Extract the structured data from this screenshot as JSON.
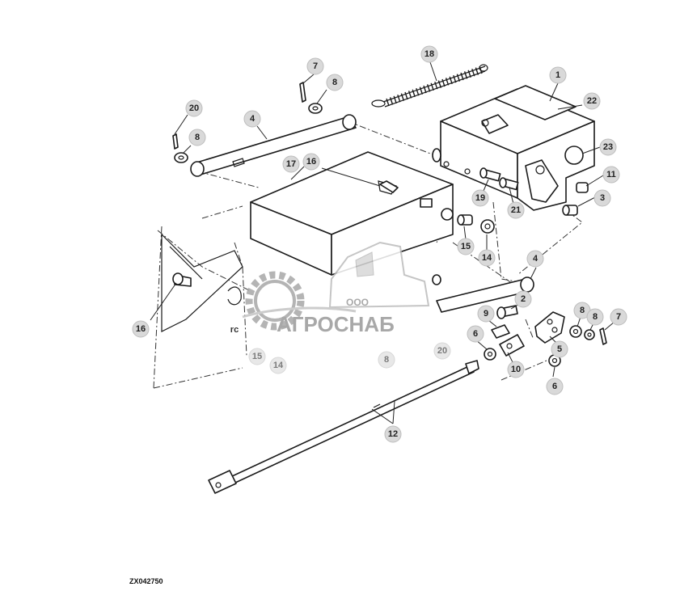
{
  "diagram": {
    "figure_code": "ZX042750",
    "callouts": [
      {
        "id": "c1",
        "label": "1"
      },
      {
        "id": "c2",
        "label": "2"
      },
      {
        "id": "c3",
        "label": "3"
      },
      {
        "id": "c4a",
        "label": "4"
      },
      {
        "id": "c4b",
        "label": "4"
      },
      {
        "id": "c5",
        "label": "5"
      },
      {
        "id": "c6a",
        "label": "6"
      },
      {
        "id": "c6b",
        "label": "6"
      },
      {
        "id": "c7a",
        "label": "7"
      },
      {
        "id": "c7b",
        "label": "7"
      },
      {
        "id": "c8a",
        "label": "8"
      },
      {
        "id": "c8b",
        "label": "8"
      },
      {
        "id": "c8c",
        "label": "8"
      },
      {
        "id": "c8d",
        "label": "8"
      },
      {
        "id": "c8e",
        "label": "8"
      },
      {
        "id": "c9",
        "label": "9"
      },
      {
        "id": "c10",
        "label": "10"
      },
      {
        "id": "c11",
        "label": "11"
      },
      {
        "id": "c12",
        "label": "12"
      },
      {
        "id": "c14a",
        "label": "14"
      },
      {
        "id": "c14b",
        "label": "14"
      },
      {
        "id": "c15a",
        "label": "15"
      },
      {
        "id": "c15b",
        "label": "15"
      },
      {
        "id": "c16a",
        "label": "16"
      },
      {
        "id": "c16b",
        "label": "16"
      },
      {
        "id": "c17",
        "label": "17"
      },
      {
        "id": "c18",
        "label": "18"
      },
      {
        "id": "c19",
        "label": "19"
      },
      {
        "id": "c20a",
        "label": "20"
      },
      {
        "id": "c20b",
        "label": "20"
      },
      {
        "id": "c21",
        "label": "21"
      },
      {
        "id": "c22",
        "label": "22"
      },
      {
        "id": "c23",
        "label": "23"
      }
    ]
  },
  "watermark": {
    "prefix": "ООО",
    "name": "АГРОСНАБ"
  },
  "colors": {
    "callout_fill": "#d9d9d9",
    "line": "#1a1a1a",
    "watermark": "#9a9a9a"
  }
}
